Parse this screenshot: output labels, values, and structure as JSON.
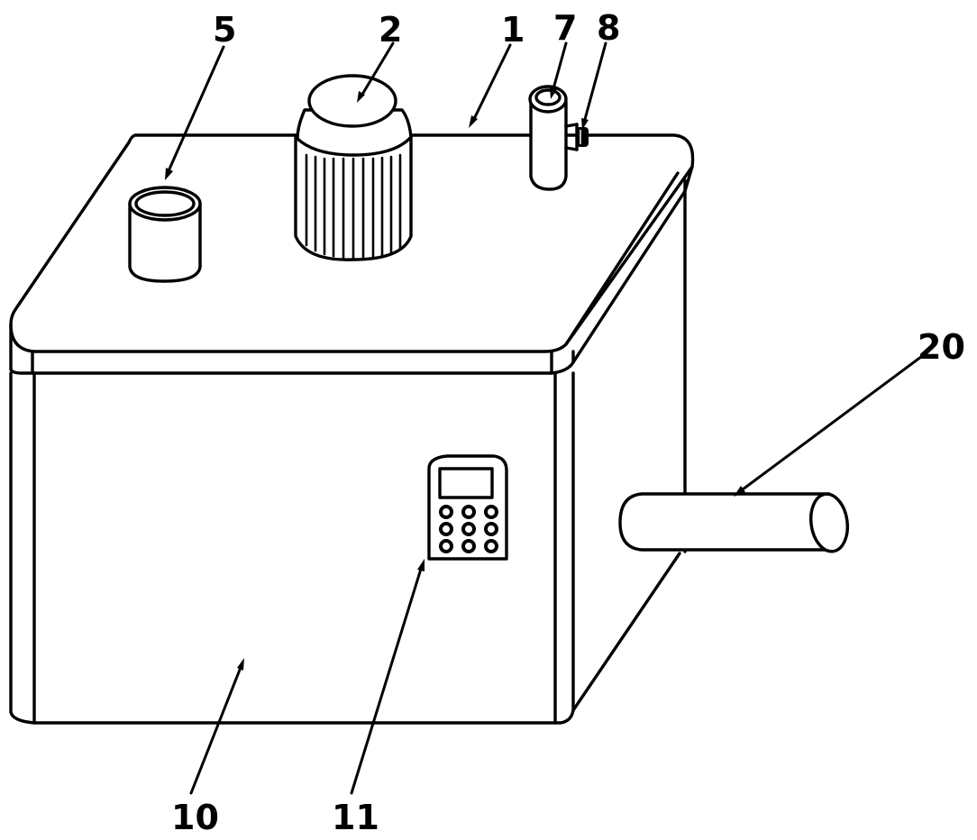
{
  "callouts": [
    {
      "id": "housing",
      "label": "1"
    },
    {
      "id": "motor",
      "label": "2"
    },
    {
      "id": "feed-cup",
      "label": "5"
    },
    {
      "id": "pipe-fitting",
      "label": "7"
    },
    {
      "id": "valve-knob",
      "label": "8"
    },
    {
      "id": "front-door",
      "label": "10"
    },
    {
      "id": "control-panel",
      "label": "11"
    },
    {
      "id": "outlet-pipe",
      "label": "20"
    }
  ],
  "control_panel": {
    "button_rows": 3,
    "button_cols": 3
  }
}
